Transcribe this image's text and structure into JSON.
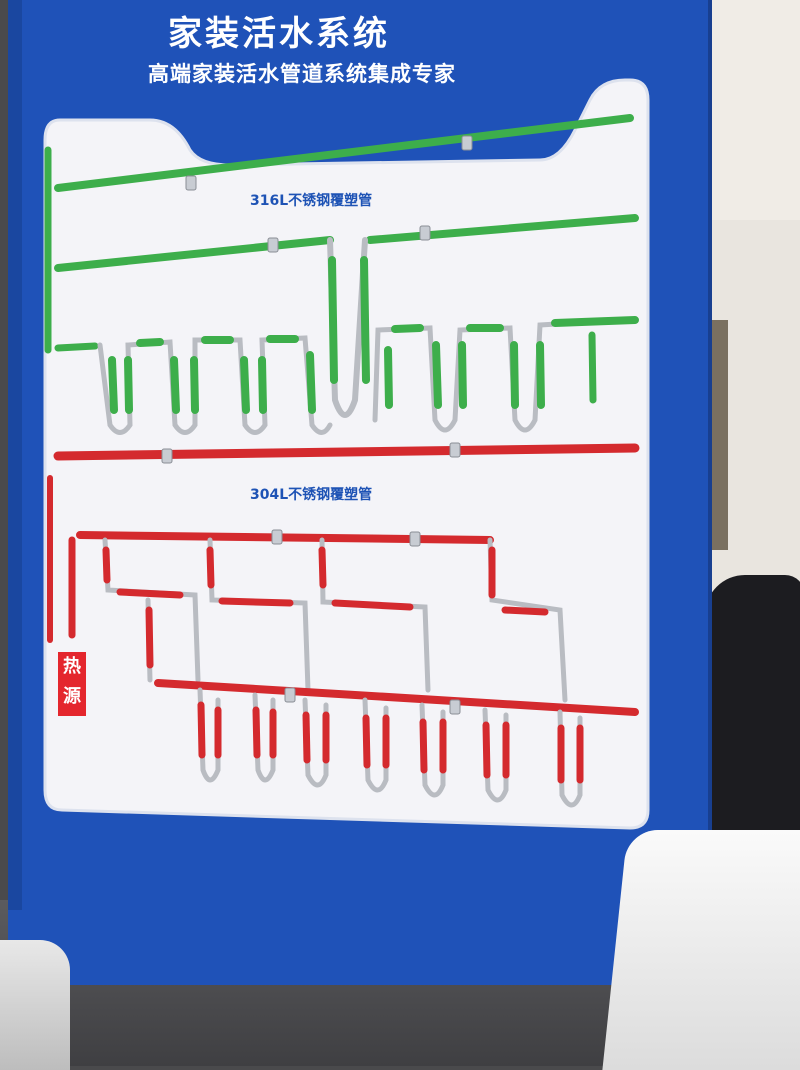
{
  "board": {
    "title": "家装活水系统",
    "subtitle": "高端家装活水管道系统集成专家",
    "green_label": "316L不锈钢覆塑管",
    "red_label": "304L不锈钢覆塑管",
    "heat_label_1": "热",
    "heat_label_2": "源"
  },
  "colors": {
    "board_blue": "#1f52b8",
    "panel_white": "#f4f4f8",
    "green_pipe": "#3dae4b",
    "red_pipe": "#d42a2e",
    "steel": "#b9bcc2"
  }
}
